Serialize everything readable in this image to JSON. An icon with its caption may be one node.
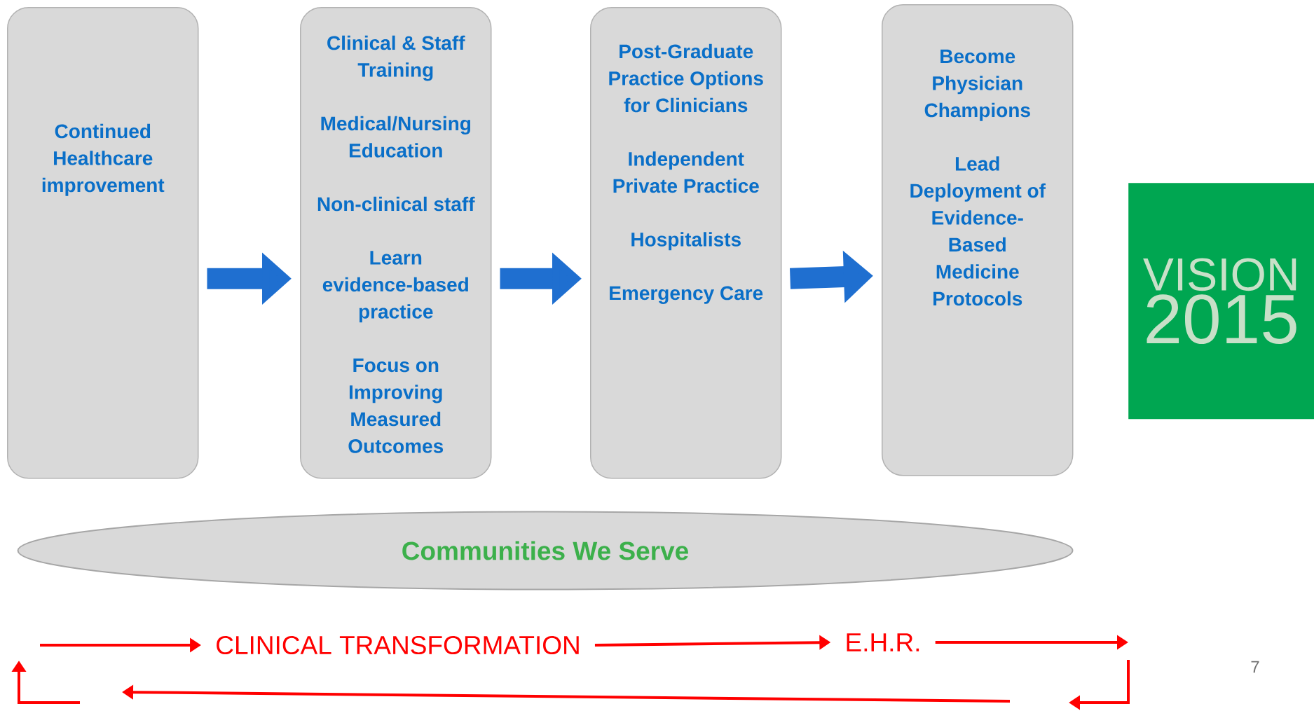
{
  "diagram": {
    "nodes": [
      {
        "text": [
          "Continued Healthcare improvement"
        ]
      },
      {
        "text": [
          "Clinical & Staff Training",
          "Medical/Nursing Education",
          "Non-clinical staff",
          "Learn evidence-based practice",
          "Focus on Improving Measured Outcomes"
        ]
      },
      {
        "text": [
          "Post-Graduate Practice Options for Clinicians",
          "Independent Private Practice",
          "Hospitalists",
          "Emergency Care"
        ]
      },
      {
        "text": [
          "Become Physician Champions",
          "Lead Deployment of Evidence-Based Medicine Protocols"
        ]
      },
      {
        "text": [
          "VISION",
          "2015"
        ]
      },
      {
        "text": [
          "Communities We Serve"
        ]
      },
      {
        "text": [
          "CLINICAL TRANSFORMATION"
        ]
      },
      {
        "text": [
          "E.H.R."
        ]
      }
    ],
    "edges": [
      {
        "from": 0,
        "to": 1,
        "arrow": "to",
        "style": "thick",
        "color": "#1f6fd0"
      },
      {
        "from": 1,
        "to": 2,
        "arrow": "to",
        "style": "thick",
        "color": "#1f6fd0"
      },
      {
        "from": 2,
        "to": 3,
        "arrow": "to",
        "style": "thick",
        "color": "#1f6fd0"
      },
      {
        "from": null,
        "to": 6,
        "arrow": "to",
        "color": "#ff0000"
      },
      {
        "from": 6,
        "to": 7,
        "arrow": "to",
        "color": "#ff0000"
      },
      {
        "from": 7,
        "to": null,
        "arrow": "to",
        "color": "#ff0000"
      }
    ],
    "labels": [
      "7"
    ]
  }
}
